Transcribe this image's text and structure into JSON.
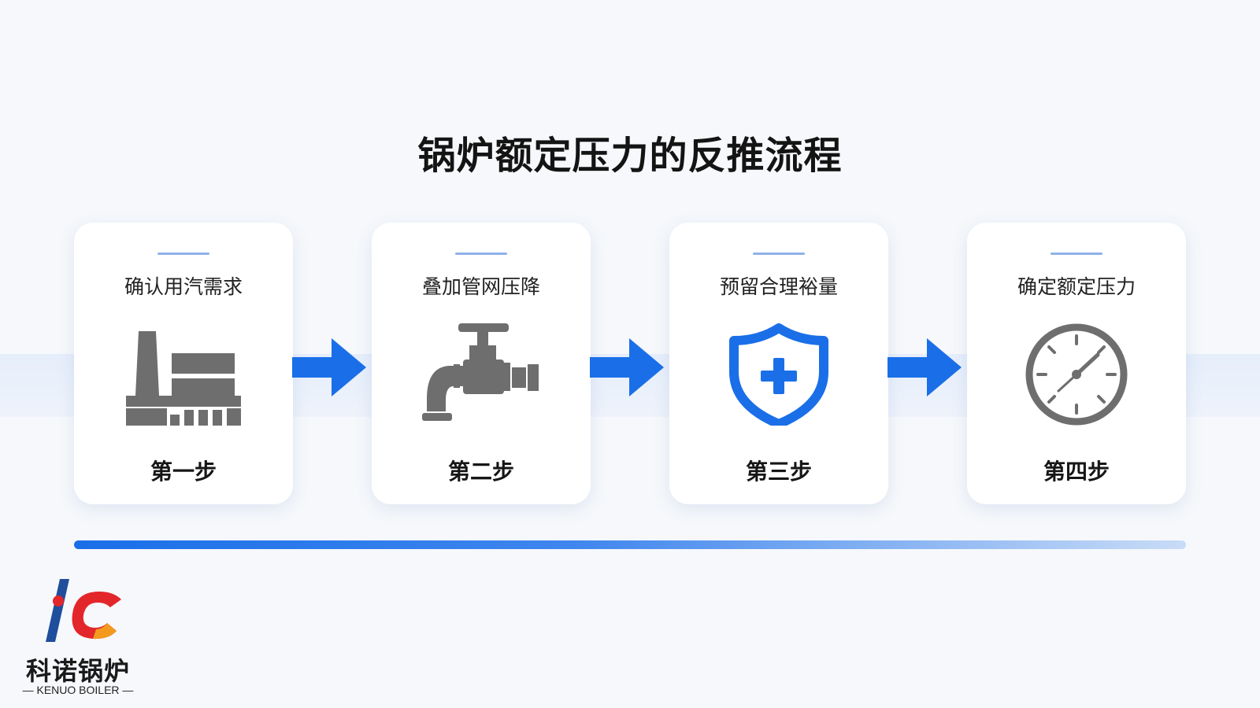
{
  "title": "锅炉额定压力的反推流程",
  "colors": {
    "accent": "#1a6fe8",
    "icon_gray": "#6e6e6e",
    "logo_blue": "#1f4e9c",
    "logo_red": "#e3262a",
    "logo_orange": "#f39a1e"
  },
  "steps": [
    {
      "label": "确认用汽需求",
      "step": "第一步",
      "icon": "factory-icon"
    },
    {
      "label": "叠加管网压降",
      "step": "第二步",
      "icon": "valve-pipe-icon"
    },
    {
      "label": "预留合理裕量",
      "step": "第三步",
      "icon": "shield-plus-icon"
    },
    {
      "label": "确定额定压力",
      "step": "第四步",
      "icon": "pressure-gauge-icon"
    }
  ],
  "logo": {
    "name": "科诺锅炉",
    "subtitle": "— KENUO BOILER —"
  }
}
